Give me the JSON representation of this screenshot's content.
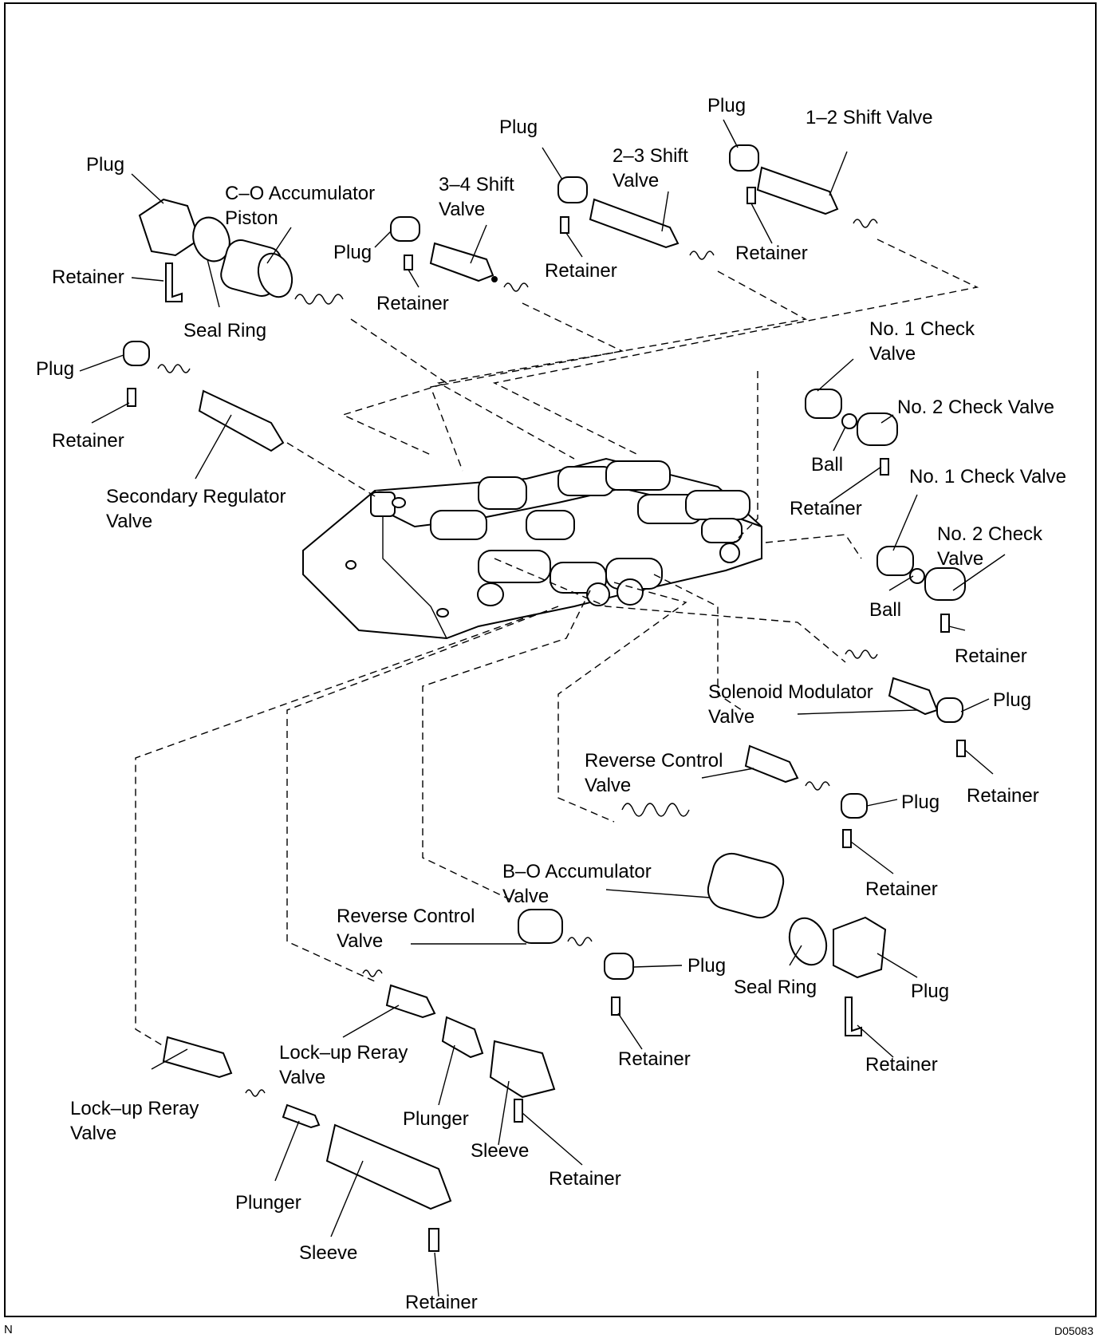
{
  "figure_code": "D05083",
  "corner_mark": "N",
  "labels": {
    "plug_top_left": "Plug",
    "retainer_top_left": "Retainer",
    "seal_ring_top": "Seal Ring",
    "co_accumulator_1": "C–O Accumulator",
    "co_accumulator_2": "Piston",
    "plug_34": "Plug",
    "retainer_34": "Retainer",
    "shift34_1": "3–4 Shift",
    "shift34_2": "Valve",
    "plug_23": "Plug",
    "retainer_23": "Retainer",
    "shift23_1": "2–3 Shift",
    "shift23_2": "Valve",
    "plug_12": "Plug",
    "retainer_12": "Retainer",
    "shift12": "1–2 Shift Valve",
    "plug_secreg": "Plug",
    "retainer_secreg": "Retainer",
    "secreg_1": "Secondary Regulator",
    "secreg_2": "Valve",
    "no1check_a_1": "No. 1 Check",
    "no1check_a_2": "Valve",
    "no2check_a": "No. 2 Check Valve",
    "ball_a": "Ball",
    "retainer_check_a": "Retainer",
    "no1check_b": "No. 1 Check Valve",
    "no2check_b_1": "No. 2 Check",
    "no2check_b_2": "Valve",
    "ball_b": "Ball",
    "retainer_check_b": "Retainer",
    "solenoid_1": "Solenoid Modulator",
    "solenoid_2": "Valve",
    "plug_solenoid": "Plug",
    "retainer_solenoid": "Retainer",
    "revctrl_a_1": "Reverse Control",
    "revctrl_a_2": "Valve",
    "plug_revctrl_a": "Plug",
    "retainer_revctrl_a": "Retainer",
    "bo_accumulator_1": "B–O Accumulator",
    "bo_accumulator_2": "Valve",
    "seal_ring_bottom": "Seal Ring",
    "plug_bo": "Plug",
    "retainer_bo": "Retainer",
    "revctrl_b_1": "Reverse Control",
    "revctrl_b_2": "Valve",
    "plug_revctrl_b": "Plug",
    "retainer_revctrl_b": "Retainer",
    "lockup_mid_1": "Lock–up Reray",
    "lockup_mid_2": "Valve",
    "plunger_mid": "Plunger",
    "sleeve_mid": "Sleeve",
    "retainer_mid": "Retainer",
    "lockup_left_1": "Lock–up Reray",
    "lockup_left_2": "Valve",
    "plunger_left": "Plunger",
    "sleeve_left": "Sleeve",
    "retainer_left": "Retainer"
  }
}
